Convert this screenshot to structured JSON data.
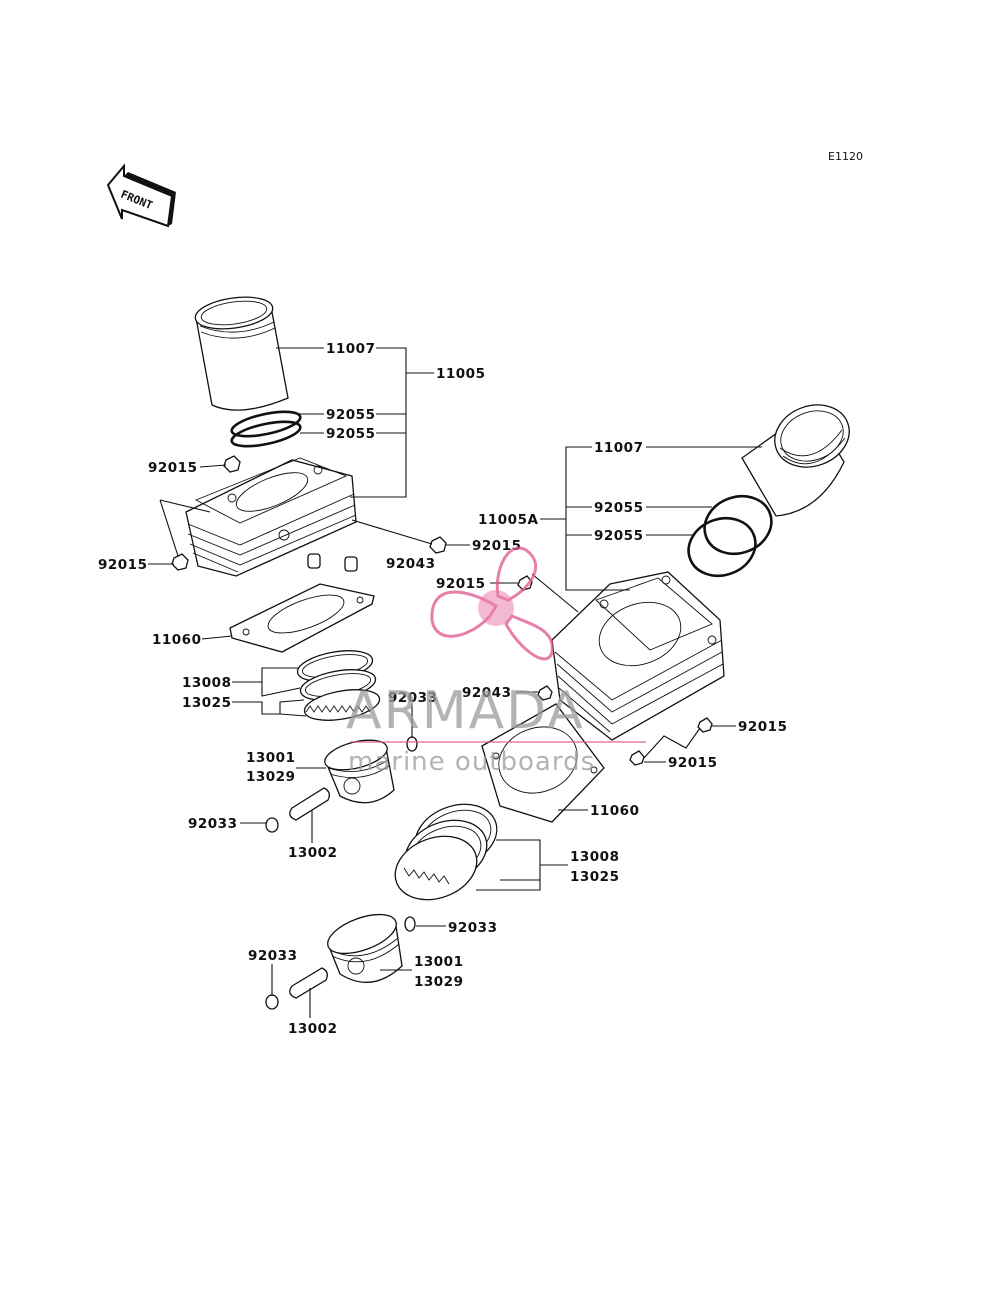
{
  "diagram": {
    "code": "E1120",
    "front_label": "FRONT",
    "watermark": {
      "brand": "ARMADA",
      "tagline": "marine outboards",
      "logo_color": "#e0558f"
    },
    "labels": {
      "left": {
        "l_11007": "11007",
        "l_11005": "11005",
        "l_92055_a": "92055",
        "l_92055_b": "92055",
        "l_92015_top": "92015",
        "l_92015_left": "92015",
        "l_92043": "92043",
        "l_92015_mid": "92015",
        "l_11060": "11060",
        "l_13008": "13008",
        "l_13025": "13025",
        "l_92033_top": "92033",
        "l_13001": "13001",
        "l_13029": "13029",
        "l_92033_left": "92033",
        "l_13002": "13002"
      },
      "right": {
        "r_11007": "11007",
        "r_11005A": "11005A",
        "r_92055_a": "92055",
        "r_92055_b": "92055",
        "r_92015_a": "92015",
        "r_92043": "92043",
        "r_92015_b": "92015",
        "r_92015_c": "92015",
        "r_11060": "11060",
        "r_13008": "13008",
        "r_13025": "13025",
        "r_92033_a": "92033",
        "r_13001": "13001",
        "r_13029": "13029",
        "r_92033_b": "92033",
        "r_13002": "13002"
      }
    }
  }
}
